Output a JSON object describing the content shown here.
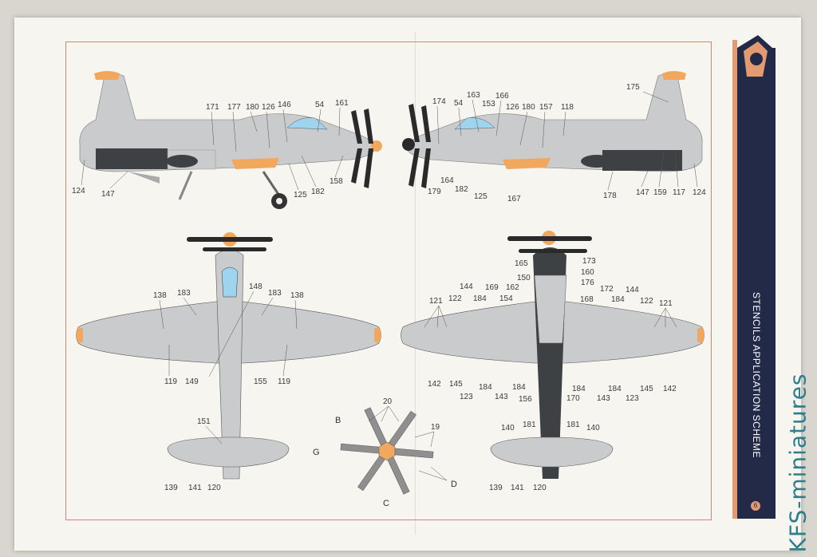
{
  "banner": {
    "title": "STENCILS APPLICATION SCHEME",
    "page": "6"
  },
  "watermark": "KFS-miniatures",
  "profiles": {
    "left_side": [
      "171",
      "177",
      "180",
      "126",
      "146",
      "54",
      "161",
      "124",
      "147",
      "125",
      "182",
      "158"
    ],
    "right_side": [
      "174",
      "54",
      "163",
      "153",
      "166",
      "126",
      "180",
      "157",
      "118",
      "175",
      "164",
      "179",
      "182",
      "125",
      "167",
      "178",
      "147",
      "159",
      "117",
      "124"
    ]
  },
  "plan_views": {
    "top": [
      "138",
      "183",
      "148",
      "183",
      "138",
      "119",
      "149",
      "155",
      "119",
      "151",
      "139",
      "141",
      "120"
    ],
    "bottom": [
      "165",
      "173",
      "160",
      "176",
      "144",
      "169",
      "162",
      "150",
      "154",
      "184",
      "121",
      "122",
      "168",
      "172",
      "144",
      "184",
      "122",
      "121",
      "142",
      "145",
      "123",
      "143",
      "184",
      "156",
      "184",
      "170",
      "184",
      "143",
      "184",
      "123",
      "145",
      "142",
      "140",
      "181",
      "181",
      "140",
      "139",
      "141",
      "120"
    ]
  },
  "propeller": {
    "labels": [
      "20",
      "19",
      "B",
      "G",
      "D",
      "C"
    ]
  },
  "colors": {
    "aircraft_grey": "#c9cbcc",
    "tip_orange": "#f2a85c",
    "banner_navy": "#232a48",
    "frame_line": "#d8866a",
    "dark_panel": "#3e4144",
    "canopy": "#9fd4ee"
  }
}
